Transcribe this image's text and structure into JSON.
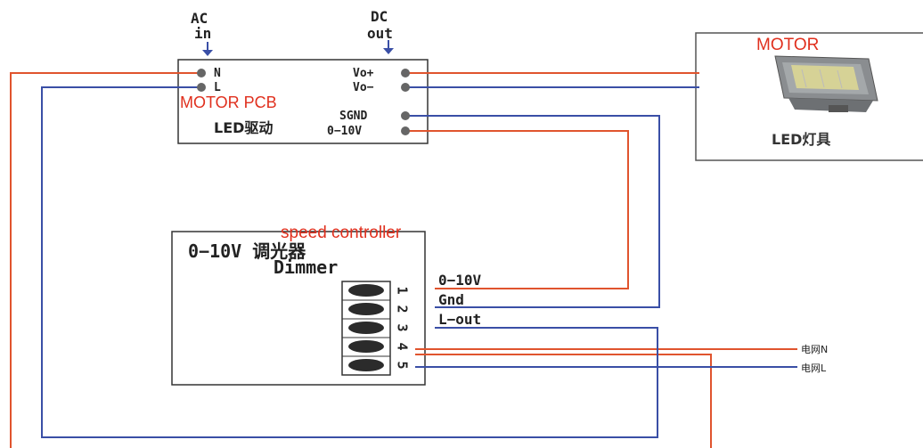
{
  "top_labels": {
    "ac_line1": "AC",
    "ac_line2": "in",
    "dc_line1": "DC",
    "dc_line2": "out"
  },
  "driver": {
    "overlay_label": "MOTOR PCB",
    "name": "LED驱动",
    "terminals": {
      "n": "N",
      "l": "L",
      "vo_plus": "Vo+",
      "vo_minus": "Vo−",
      "sgnd": "SGND",
      "v010": "0−10V"
    }
  },
  "motor": {
    "overlay_label": "MOTOR",
    "caption": "LED灯具"
  },
  "dimmer": {
    "title": "0−10V 调光器",
    "subtitle": "Dimmer",
    "overlay_label": "speed controller",
    "pin_numbers": [
      "1",
      "2",
      "3",
      "4",
      "5"
    ],
    "pin_labels": {
      "p1": "0−10V",
      "p2": "Gnd",
      "p3": "L−out"
    }
  },
  "grid": {
    "n_label": "电网N",
    "l_label": "电网L"
  },
  "colors": {
    "live_wire": "#e0542e",
    "neutral_wire": "#3a4fa6",
    "overlay_text": "#e0301e",
    "outline": "#333333"
  }
}
